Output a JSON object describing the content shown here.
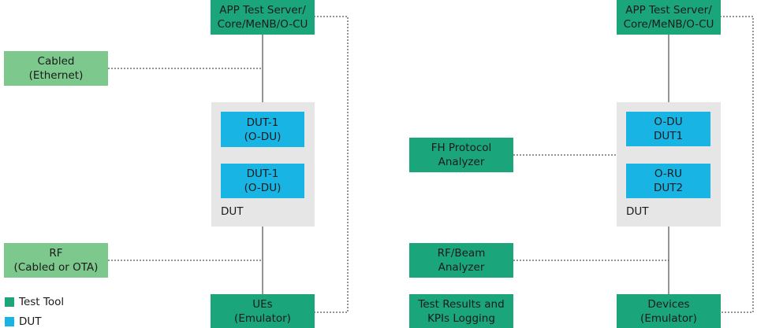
{
  "colors": {
    "test_tool": "#1aa67a",
    "test_tool_light": "#7dc98d",
    "dut": "#18b5e4",
    "dut_container": "#e6e6e6",
    "line": "#2b2b2b"
  },
  "left": {
    "server": "APP Test Server/\nCore/MeNB/O-CU",
    "cabled": "Cabled\n(Ethernet)",
    "dut_top": "DUT-1\n(O-DU)",
    "dut_bottom": "DUT-1\n(O-DU)",
    "dut_label": "DUT",
    "rf": "RF\n(Cabled or OTA)",
    "ues": "UEs\n(Emulator)"
  },
  "right": {
    "server": "APP Test Server/\nCore/MeNB/O-CU",
    "fh_analyzer": "FH Protocol\nAnalyzer",
    "dut_top": "O-DU\nDUT1",
    "dut_bottom": "O-RU\nDUT2",
    "dut_label": "DUT",
    "rf_beam": "RF/Beam\nAnalyzer",
    "results": "Test Results and\nKPIs Logging",
    "devices": "Devices\n(Emulator)"
  },
  "legend": {
    "test_tool": "Test Tool",
    "dut": "DUT"
  }
}
